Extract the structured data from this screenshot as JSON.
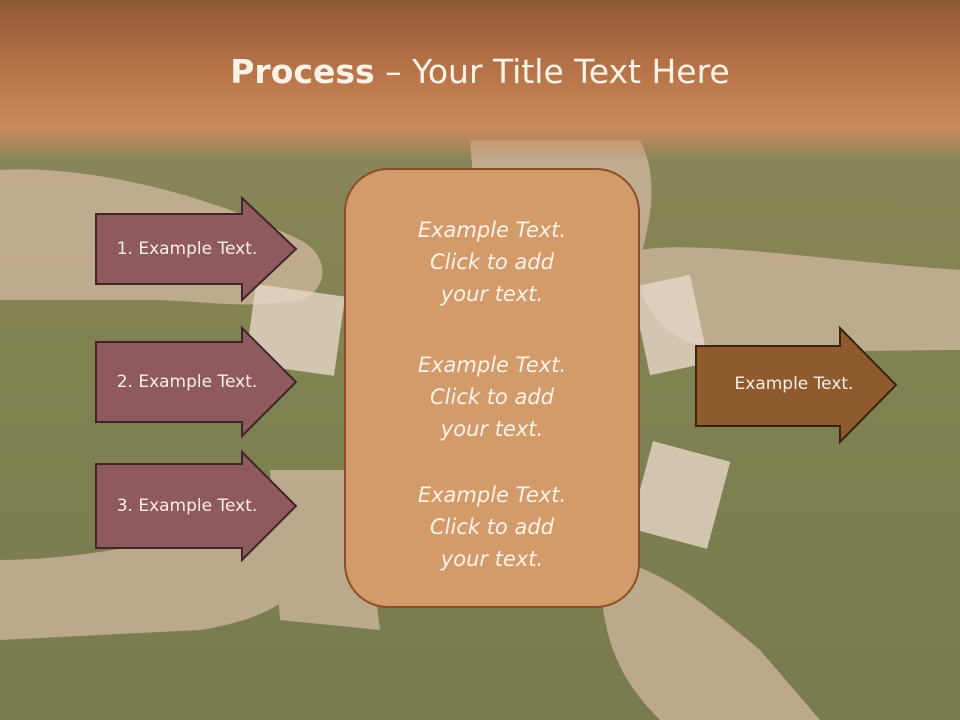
{
  "title": {
    "bold": "Process",
    "rest": " – Your Title Text Here"
  },
  "left_arrows": [
    {
      "label": "1. Example Text."
    },
    {
      "label": "2. Example Text."
    },
    {
      "label": "3. Example Text."
    }
  ],
  "center_blocks": [
    {
      "line1": "Example Text.",
      "line2": "Click  to add",
      "line3": "your text."
    },
    {
      "line1": "Example Text.",
      "line2": "Click  to add",
      "line3": "your text."
    },
    {
      "line1": "Example Text.",
      "line2": "Click  to add",
      "line3": "your text."
    }
  ],
  "right_arrow": {
    "label": "Example Text."
  },
  "colors": {
    "header": "#b87449",
    "left_arrow_fill": "#8e5a5f",
    "center_box_fill": "#d39a6a",
    "right_arrow_fill": "#8e5a2e"
  }
}
